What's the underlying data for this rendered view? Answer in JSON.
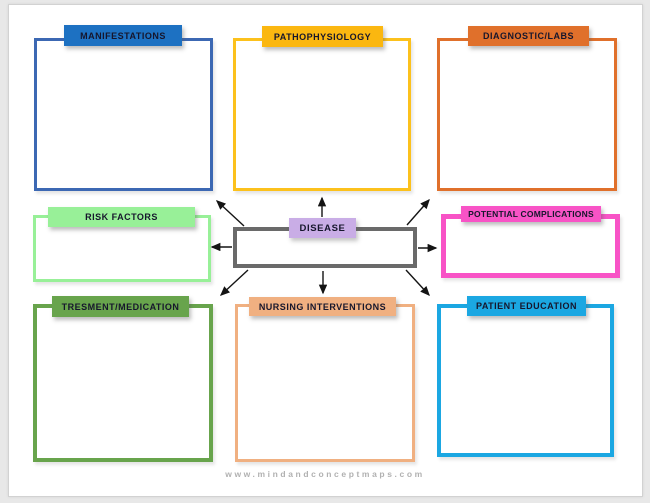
{
  "page": {
    "watermark": "www.mindandconceptmaps.com",
    "background_color": "#e8e8e8",
    "sheet_color": "#ffffff"
  },
  "center": {
    "label": "DISEASE",
    "label_fill": "#c9ade6",
    "box_border_color": "#6a6a6a"
  },
  "nodes": [
    {
      "id": "manifestations",
      "label": "MANIFESTATIONS",
      "header_color": "#1d71c2",
      "border_color": "#3c68b3"
    },
    {
      "id": "pathophysiology",
      "label": "PATHOPHYSIOLOGY",
      "header_color": "#fbb710",
      "border_color": "#fcc11c"
    },
    {
      "id": "diagnostic-labs",
      "label": "DIAGNOSTIC/LABS",
      "header_color": "#e0702b",
      "border_color": "#e0702b"
    },
    {
      "id": "risk-factors",
      "label": "RISK FACTORS",
      "header_color": "#98f098",
      "border_color": "#98f098"
    },
    {
      "id": "potential-complications",
      "label": "POTENTIAL COMPLICATIONS",
      "header_color": "#f853c6",
      "border_color": "#f853c6"
    },
    {
      "id": "tresment-medication",
      "label": "TRESMENT/MEDICATION",
      "header_color": "#68a44c",
      "border_color": "#68a44c"
    },
    {
      "id": "nursing-interventions",
      "label": "NURSING INTERVENTIONS",
      "header_color": "#f0b081",
      "border_color": "#f0b081"
    },
    {
      "id": "patient-education",
      "label": "PATIENT EDUCATION",
      "header_color": "#1ba7e2",
      "border_color": "#1ba7e2"
    }
  ],
  "arrows": {
    "color": "#141414",
    "directions": [
      "up",
      "down",
      "left",
      "right",
      "up-left",
      "up-right",
      "down-left",
      "down-right"
    ]
  }
}
